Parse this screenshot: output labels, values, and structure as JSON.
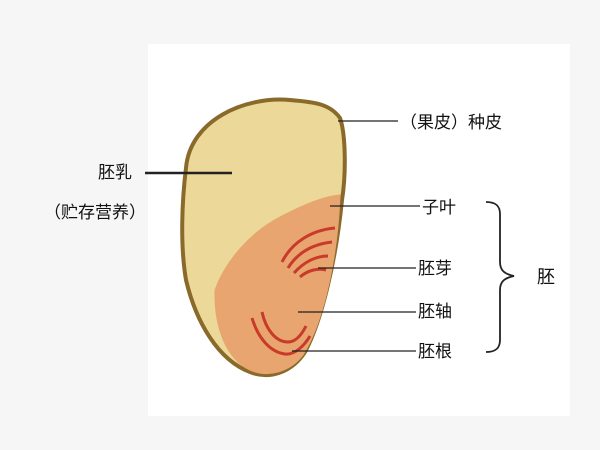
{
  "labels": {
    "seed_coat": "（果皮）种皮",
    "endosperm": "胚乳",
    "endosperm_note": "（贮存营养）",
    "cotyledon": "子叶",
    "plumule": "胚芽",
    "hypocotyl_axis": "胚轴",
    "radicle": "胚根",
    "embryo": "胚"
  },
  "colors": {
    "background": "#f6f6f6",
    "panel": "#ffffff",
    "seed_coat": "#8a6a2a",
    "endosperm": "#ecd899",
    "embryo": "#e8a56f",
    "embryo_lines": "#c93a2a"
  }
}
